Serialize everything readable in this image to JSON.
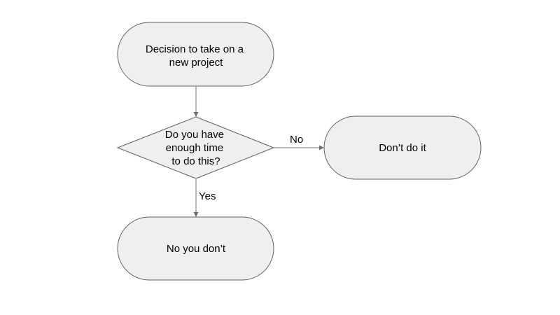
{
  "nodes": {
    "start": {
      "lines": [
        "Decision to take on a",
        "new project"
      ]
    },
    "decision": {
      "lines": [
        "Do you have",
        "enough time",
        "to do this?"
      ]
    },
    "dont_do_it": {
      "lines": [
        "Don’t do it"
      ]
    },
    "no_you_dont": {
      "lines": [
        "No you don’t"
      ]
    }
  },
  "edges": {
    "no_label": "No",
    "yes_label": "Yes"
  },
  "colors": {
    "node_fill": "#efefef",
    "node_stroke": "#5f5f5f",
    "edge": "#6f6f6f"
  }
}
